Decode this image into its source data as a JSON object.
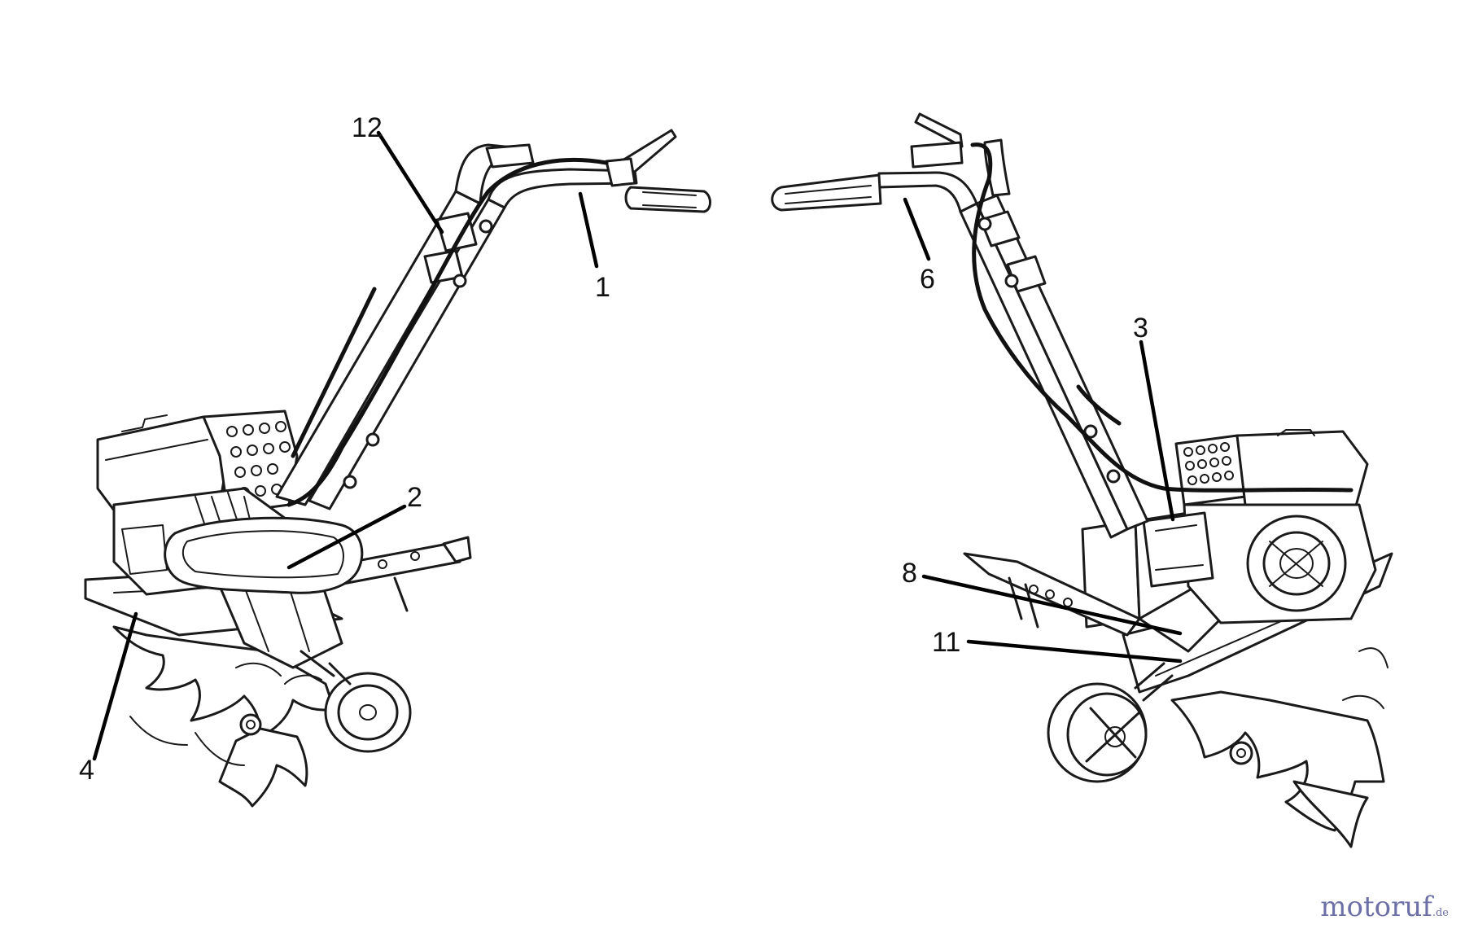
{
  "callouts": [
    {
      "id": "12",
      "text": "12"
    },
    {
      "id": "1",
      "text": "1"
    },
    {
      "id": "2",
      "text": "2"
    },
    {
      "id": "4",
      "text": "4"
    },
    {
      "id": "6",
      "text": "6"
    },
    {
      "id": "3",
      "text": "3"
    },
    {
      "id": "8",
      "text": "8"
    },
    {
      "id": "11",
      "text": "11"
    }
  ],
  "watermark": {
    "text": "motoruf",
    "suffix": ".de"
  }
}
